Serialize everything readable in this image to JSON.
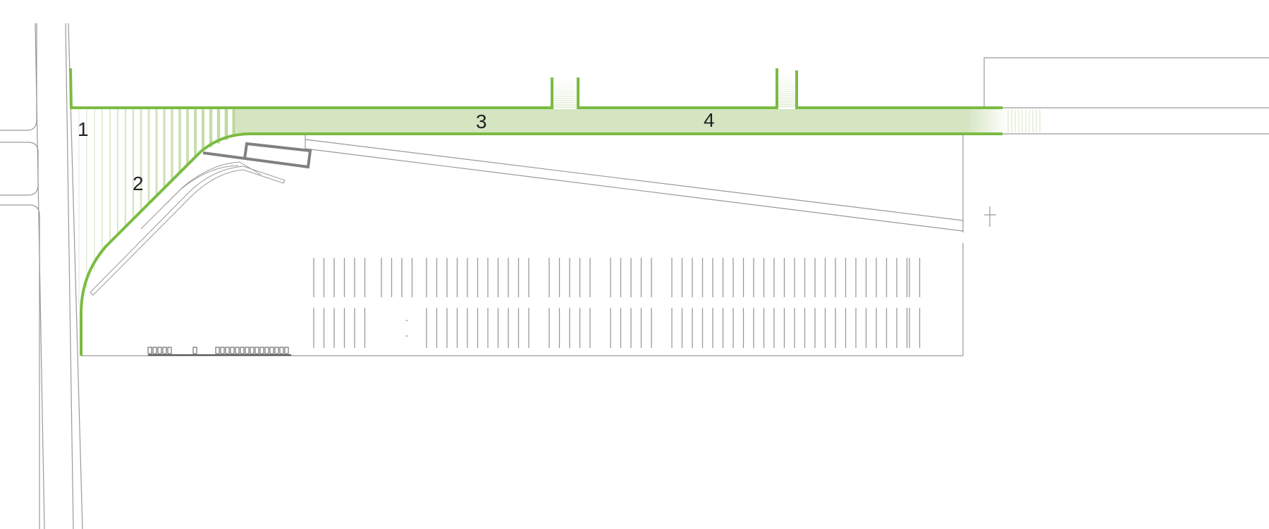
{
  "colors": {
    "green_line": "#7bbb42",
    "green_fill": "#d5e5c1",
    "building": "#808080",
    "linework": "#999999"
  },
  "zones": [
    {
      "label": "1"
    },
    {
      "label": "2"
    },
    {
      "label": "3"
    },
    {
      "label": "4"
    }
  ],
  "parking": {
    "top_row_groups": [
      6,
      4,
      6,
      5,
      5,
      5,
      6,
      6,
      6,
      6,
      6
    ],
    "bottom_row_groups": [
      6,
      0,
      6,
      5,
      5,
      5,
      6,
      6,
      6,
      6,
      6
    ]
  }
}
